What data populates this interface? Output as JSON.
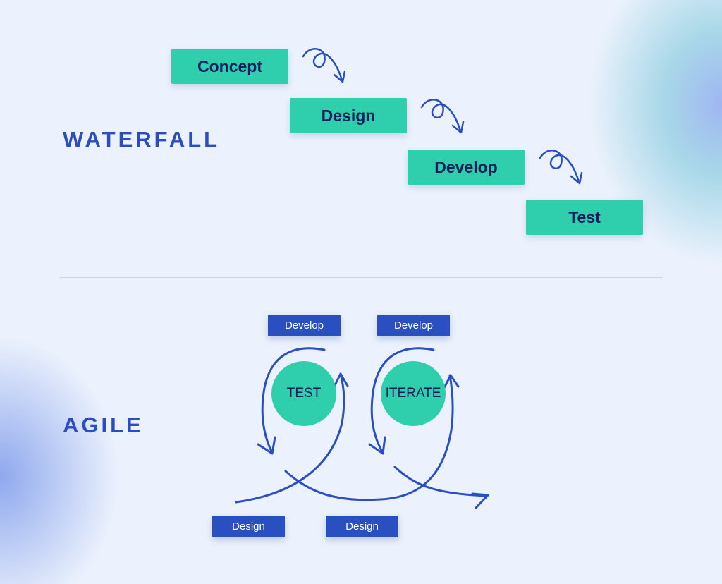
{
  "waterfall": {
    "label": "WATERFALL",
    "steps": [
      "Concept",
      "Design",
      "Develop",
      "Test"
    ]
  },
  "agile": {
    "label": "AGILE",
    "top_boxes": [
      "Develop",
      "Develop"
    ],
    "bottom_boxes": [
      "Design",
      "Design"
    ],
    "circles": [
      "TEST",
      "ITERATE"
    ]
  },
  "colors": {
    "background": "#ecf2fd",
    "teal": "#2fcfae",
    "blue": "#2a4fc0",
    "navy": "#0f1e5c"
  }
}
